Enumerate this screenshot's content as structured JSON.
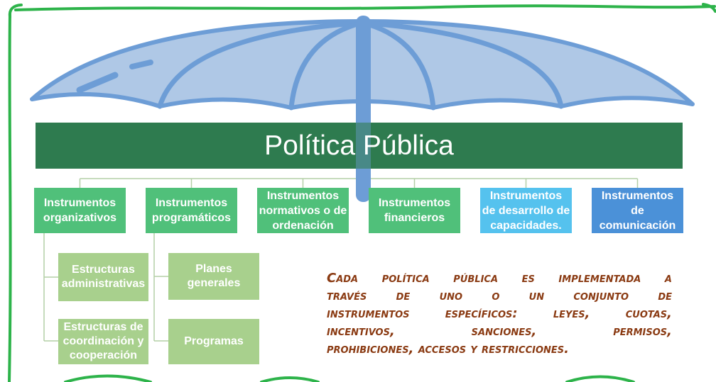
{
  "banner": {
    "title": "Política Pública"
  },
  "instruments": [
    {
      "label": "Instrumentos\norganizativos",
      "color": "#50c07a"
    },
    {
      "label": "Instrumentos\nprogramáticos",
      "color": "#50c07a"
    },
    {
      "label": "Instrumentos\nnormativos o de\nordenación",
      "color": "#50c07a"
    },
    {
      "label": "Instrumentos\nfinancieros",
      "color": "#50c07a"
    },
    {
      "label": "Instrumentos\nde desarrollo de\ncapacidades.",
      "color": "#55c2ee"
    },
    {
      "label": "Instrumentos\nde\ncomunicación",
      "color": "#4b91d8"
    }
  ],
  "sub_items": {
    "color": "#a8d08d",
    "organizativos": [
      "Estructuras\nadministrativas",
      "Estructuras de\ncoordinación y\ncooperación"
    ],
    "programaticos": [
      "Planes\ngenerales",
      "Programas"
    ]
  },
  "note": {
    "color": "#8a3a12",
    "lines": [
      "Cada política pública es implementada a",
      "través de uno o un conjunto de",
      "instrumentos específicos: leyes, cuotas,",
      "incentivos, sanciones, permisos,",
      "prohibiciones, accesos y restricciones."
    ]
  },
  "colors": {
    "frame_border": "#2db34a",
    "banner": "#2e7b4f",
    "connector": "#b3cfa6",
    "umbrella_canopy": "#afc8e6",
    "umbrella_stroke": "#6d9dd6"
  }
}
